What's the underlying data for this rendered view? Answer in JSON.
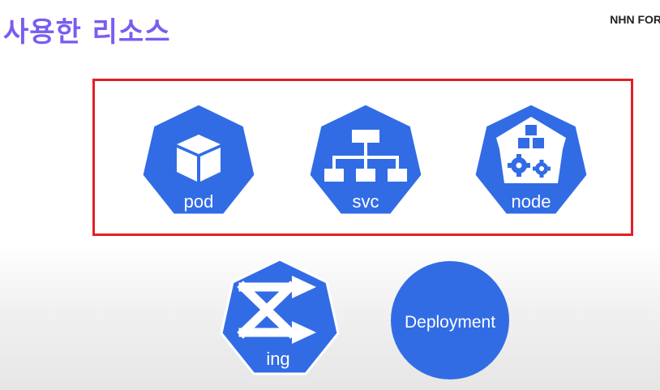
{
  "slide": {
    "title": "사용한 리소스",
    "brand": "NHN FOR"
  },
  "resources": {
    "pod": "pod",
    "svc": "svc",
    "node": "node",
    "ing": "ing",
    "deployment": "Deployment"
  },
  "colors": {
    "title": "#7b5cf0",
    "icon_blue": "#326ce5",
    "highlight_border": "#e41f26"
  }
}
